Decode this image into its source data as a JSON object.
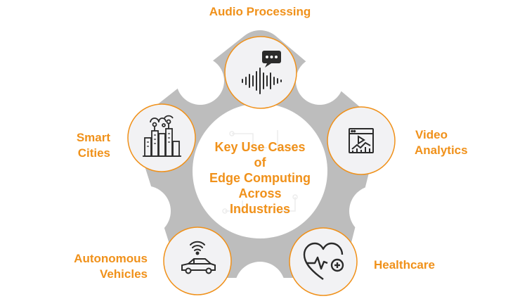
{
  "diagram": {
    "center_title": [
      "Key Use Cases",
      "of",
      "Edge Computing",
      "Across",
      "Industries"
    ],
    "nodes": [
      {
        "id": "audio",
        "label_lines": [
          "Audio Processing"
        ],
        "icon": "audio-waveform-chat-icon"
      },
      {
        "id": "video",
        "label_lines": [
          "Video",
          "Analytics"
        ],
        "icon": "video-analytics-icon"
      },
      {
        "id": "health",
        "label_lines": [
          "Healthcare"
        ],
        "icon": "heart-plus-icon"
      },
      {
        "id": "auto",
        "label_lines": [
          "Autonomous",
          "Vehicles"
        ],
        "icon": "connected-car-icon"
      },
      {
        "id": "city",
        "label_lines": [
          "Smart",
          "Cities"
        ],
        "icon": "smart-city-icon"
      }
    ],
    "colors": {
      "accent": "#f0911a",
      "ring": "#bdbdbd",
      "node_fill": "#f2f2f4",
      "icon": "#2b2b2b"
    }
  }
}
